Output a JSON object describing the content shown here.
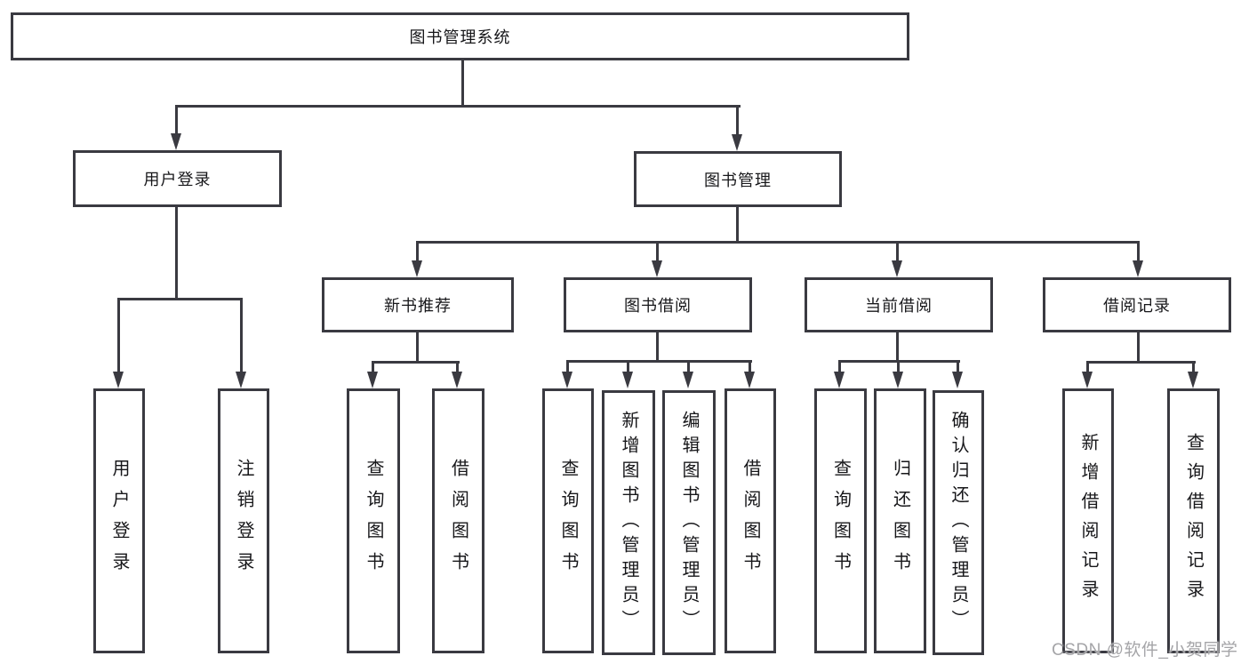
{
  "diagram": {
    "type": "hierarchy-tree",
    "tree": {
      "label": "图书管理系统",
      "children": [
        {
          "label": "用户登录",
          "children": [
            {
              "label": "用户登录"
            },
            {
              "label": "注销登录"
            }
          ]
        },
        {
          "label": "图书管理",
          "children": [
            {
              "label": "新书推荐",
              "children": [
                {
                  "label": "查询图书"
                },
                {
                  "label": "借阅图书"
                }
              ]
            },
            {
              "label": "图书借阅",
              "children": [
                {
                  "label": "查询图书"
                },
                {
                  "label": "新增图书（管理员）"
                },
                {
                  "label": "编辑图书（管理员）"
                },
                {
                  "label": "借阅图书"
                }
              ]
            },
            {
              "label": "当前借阅",
              "children": [
                {
                  "label": "查询图书"
                },
                {
                  "label": "归还图书"
                },
                {
                  "label": "确认归还（管理员）"
                }
              ]
            },
            {
              "label": "借阅记录",
              "children": [
                {
                  "label": "新增借阅记录"
                },
                {
                  "label": "查询借阅记录"
                }
              ]
            }
          ]
        }
      ]
    },
    "colors": {
      "line": "#3a3a41",
      "box_border": "#3a3a41",
      "text": "#17171a",
      "background": "#ffffff",
      "watermark": "#a5a5a8"
    }
  },
  "watermark": {
    "text": "CSDN @软件_小贺同学"
  }
}
